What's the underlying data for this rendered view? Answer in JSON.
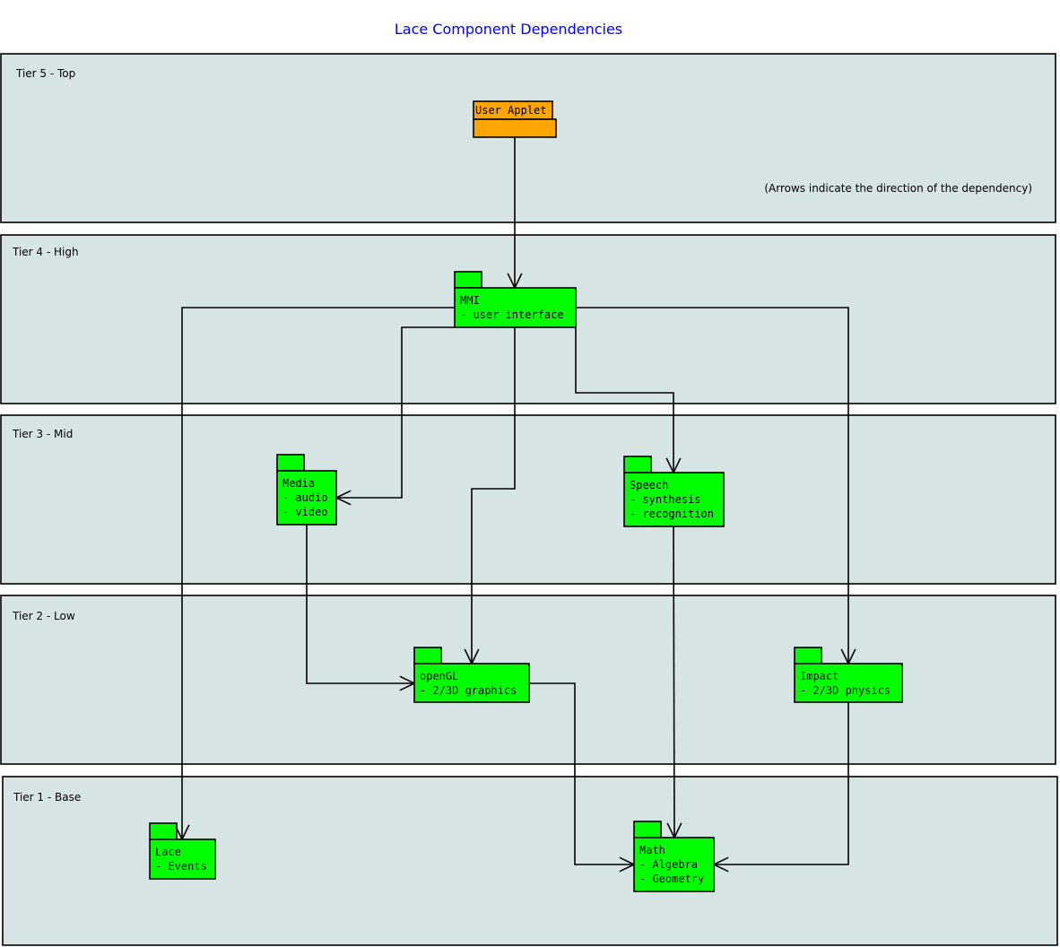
{
  "title": "Lace Component Dependencies",
  "note": "(Arrows indicate the direction of the dependency)",
  "colors": {
    "tier_bg": "#d7e4e4",
    "package": "#00ff00",
    "applet": "#ffa500",
    "title": "#0000ff"
  },
  "tiers": [
    {
      "label": "Tier 5 - Top"
    },
    {
      "label": "Tier 4 - High"
    },
    {
      "label": "Tier 3 - Mid"
    },
    {
      "label": "Tier 2 - Low"
    },
    {
      "label": "Tier 1 - Base"
    }
  ],
  "packages": [
    {
      "id": "applet",
      "name": "User Applet",
      "lines": []
    },
    {
      "id": "mmi",
      "name": "MMI",
      "lines": [
        "- user interface"
      ]
    },
    {
      "id": "media",
      "name": "Media",
      "lines": [
        "- audio",
        "- video"
      ]
    },
    {
      "id": "speech",
      "name": "Speech",
      "lines": [
        "- synthesis",
        "- recognition"
      ]
    },
    {
      "id": "opengl",
      "name": "openGL",
      "lines": [
        "- 2/3D graphics"
      ]
    },
    {
      "id": "impact",
      "name": "Impact",
      "lines": [
        "- 2/3D physics"
      ]
    },
    {
      "id": "lace",
      "name": "Lace",
      "lines": [
        "- Events"
      ]
    },
    {
      "id": "math",
      "name": "Math",
      "lines": [
        "- Algebra",
        "- Geometry"
      ]
    }
  ],
  "dependencies": [
    {
      "from": "applet",
      "to": "mmi"
    },
    {
      "from": "mmi",
      "to": "lace"
    },
    {
      "from": "mmi",
      "to": "media"
    },
    {
      "from": "mmi",
      "to": "opengl"
    },
    {
      "from": "mmi",
      "to": "speech"
    },
    {
      "from": "mmi",
      "to": "impact"
    },
    {
      "from": "media",
      "to": "opengl"
    },
    {
      "from": "speech",
      "to": "math"
    },
    {
      "from": "opengl",
      "to": "math"
    },
    {
      "from": "impact",
      "to": "math"
    }
  ]
}
